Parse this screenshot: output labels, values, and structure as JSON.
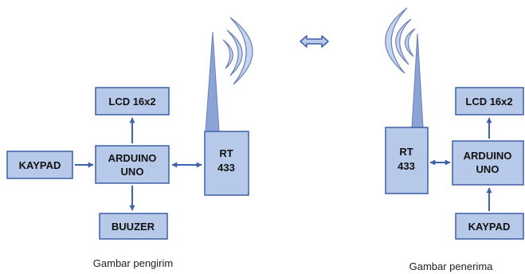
{
  "colors": {
    "block_fill": "#b7c9e8",
    "block_stroke": "#3f5fa8",
    "arrow": "#3f62ad",
    "antenna": "#8aa4d6",
    "wave_fill": "#c6d4ee",
    "wave_stroke": "#6a7fb6",
    "double_arrow_fill": "#b9cbe9",
    "double_arrow_stroke": "#3b5ea7"
  },
  "transmitter": {
    "lcd": "LCD 16x2",
    "keypad": "KAYPAD",
    "arduino_line1": "ARDUINO",
    "arduino_line2": "UNO",
    "buzzer": "BUUZER",
    "rt_line1": "RT",
    "rt_line2": "433",
    "caption": "Gambar pengirim"
  },
  "receiver": {
    "lcd": "LCD 16x2",
    "keypad": "KAYPAD",
    "arduino_line1": "ARDUINO",
    "arduino_line2": "UNO",
    "rt_line1": "RT",
    "rt_line2": "433",
    "caption": "Gambar penerima"
  }
}
